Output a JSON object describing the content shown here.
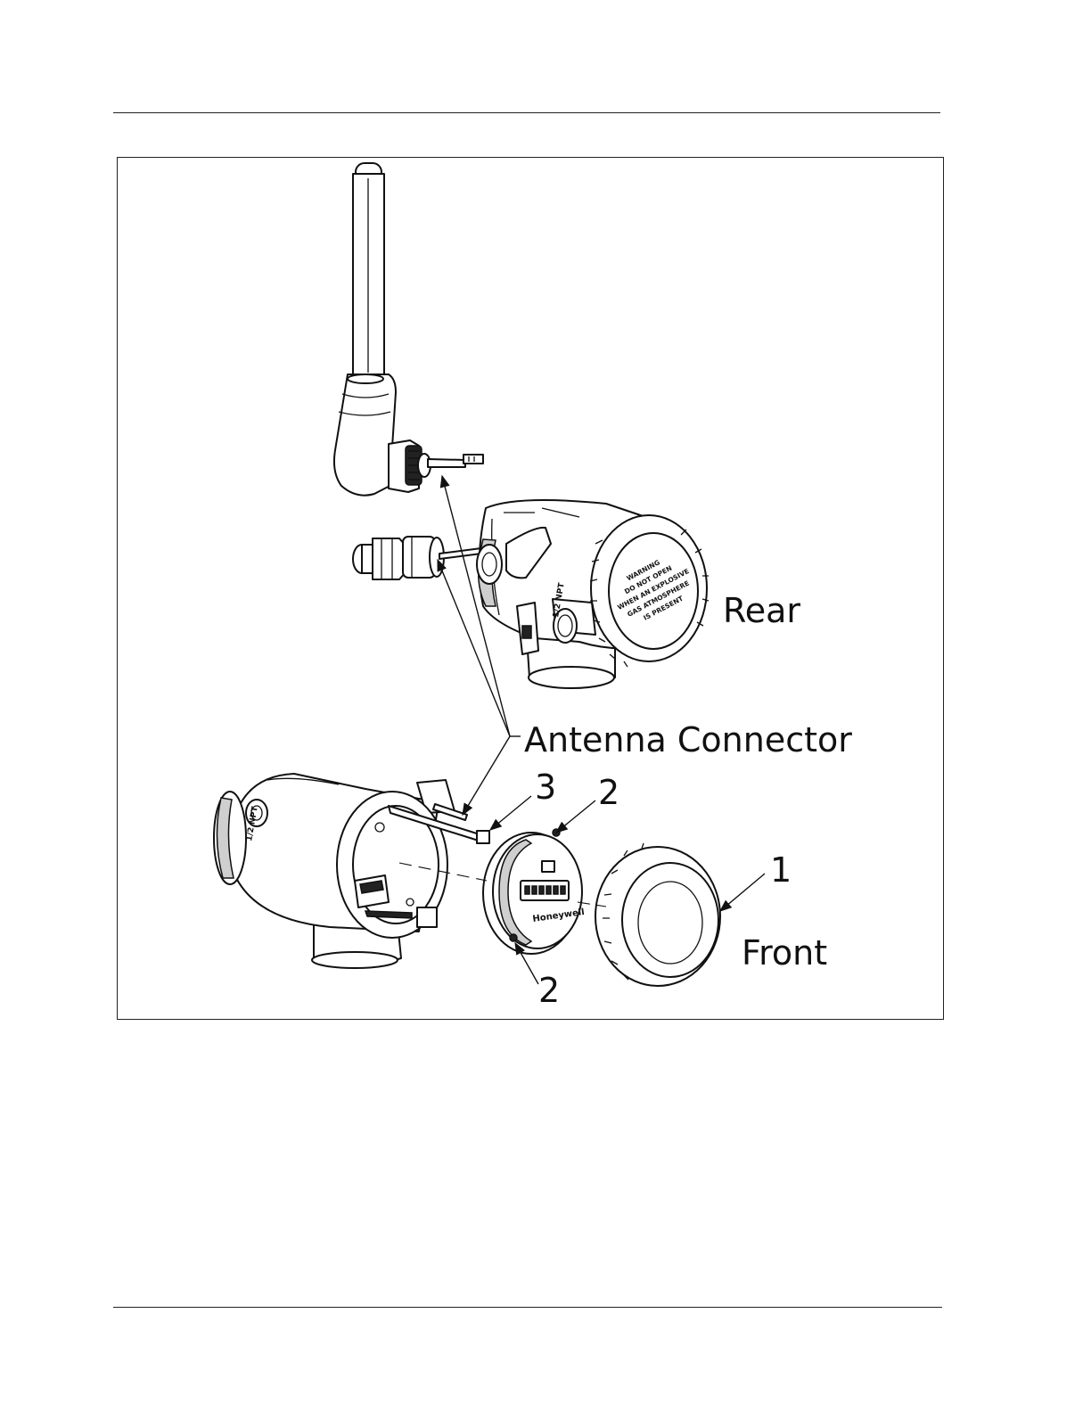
{
  "figure": {
    "labels": {
      "rear": "Rear",
      "front": "Front",
      "antenna_connector": "Antenna Connector",
      "callout_1": "1",
      "callout_2_top": "2",
      "callout_2_bottom": "2",
      "callout_3": "3"
    },
    "rear_cover_warning": [
      "WARNING",
      "DO NOT OPEN",
      "WHEN AN EXPLOSIVE",
      "GAS ATMOSPHERE",
      "IS PRESENT"
    ],
    "conduit_marking": "1/2 NPT",
    "display_brand": "Honeywell"
  }
}
